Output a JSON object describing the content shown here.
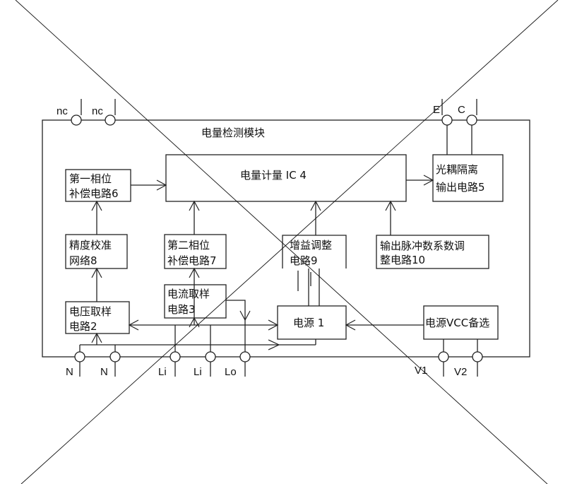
{
  "module_title": "电量检测模块",
  "blocks": {
    "ic": "电量计量 IC 4",
    "phase1": [
      "第一相位",
      "补偿电路6"
    ],
    "optocoupler": [
      "光耦隔离",
      "输出电路5"
    ],
    "calibration": [
      "精度校准",
      "网络8"
    ],
    "phase2": [
      "第二相位",
      "补偿电路7"
    ],
    "gain": [
      "增益调整",
      "电路9"
    ],
    "pulse": [
      "输出脉冲数系数调",
      "整电路10"
    ],
    "current": [
      "电流取样",
      "电路3"
    ],
    "voltage": [
      "电压取样",
      "电路2"
    ],
    "power": "电源 1",
    "vcc": "电源VCC备选"
  },
  "terminals": {
    "top": [
      "nc",
      "nc",
      "E",
      "C"
    ],
    "bottom": [
      "N",
      "N",
      "Li",
      "Li",
      "Lo",
      "V1",
      "V2"
    ]
  }
}
